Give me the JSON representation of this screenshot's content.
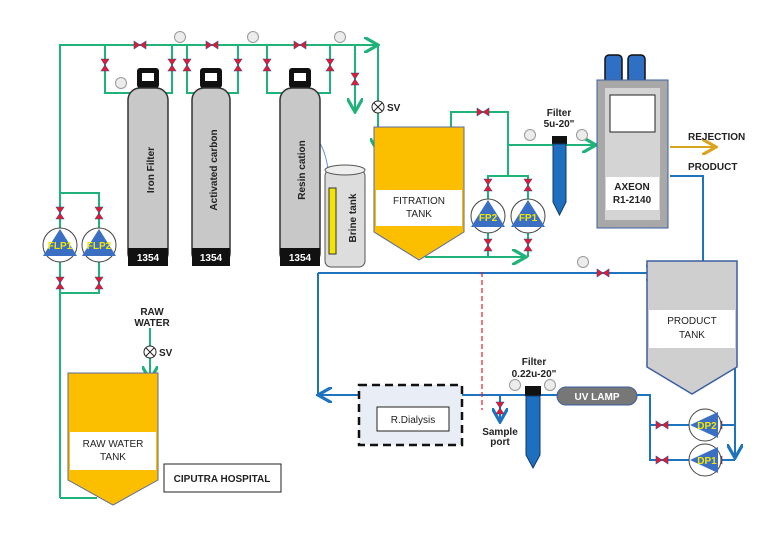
{
  "vessels": {
    "iron_filter": {
      "label": "Iron Filter",
      "code": "1354"
    },
    "activated_carbon": {
      "label": "Activated carbon",
      "code": "1354"
    },
    "resin_cation": {
      "label": "Resin cation",
      "code": "1354"
    },
    "brine_tank": {
      "label": "Brine tank"
    }
  },
  "tanks": {
    "filtration": {
      "line1": "FITRATION",
      "line2": "TANK"
    },
    "raw_water": {
      "line1": "RAW WATER",
      "line2": "TANK"
    },
    "product": {
      "line1": "PRODUCT",
      "line2": "TANK"
    }
  },
  "pumps": {
    "flp1": "FLP1",
    "flp2": "FLP2",
    "fp1": "FP1",
    "fp2": "FP2",
    "dp1": "DP1",
    "dp2": "DP2"
  },
  "valves": {
    "sv": "SV"
  },
  "filters": {
    "f5u": {
      "line1": "Filter",
      "line2": "5u-20\""
    },
    "f022": {
      "line1": "Filter",
      "line2": "0.22u-20\""
    }
  },
  "ro_unit": {
    "line1": "AXEON",
    "line2": "R1-2140"
  },
  "streams": {
    "rejection": "REJECTION",
    "product": "PRODUCT",
    "raw_water_1": "RAW",
    "raw_water_2": "WATER"
  },
  "uv_lamp": "UV LAMP",
  "dialysis": "R.Dialysis",
  "sample_port": {
    "line1": "Sample",
    "line2": "port"
  },
  "facility": "CIPUTRA HOSPITAL",
  "colors": {
    "pipe_green": "#1fb37a",
    "pipe_blue": "#1e73be",
    "tank_yellow": "#fbbf00",
    "valve_red": "#e8192c",
    "pump_blue": "#3b6fc4",
    "pump_label": "#f5e600"
  }
}
